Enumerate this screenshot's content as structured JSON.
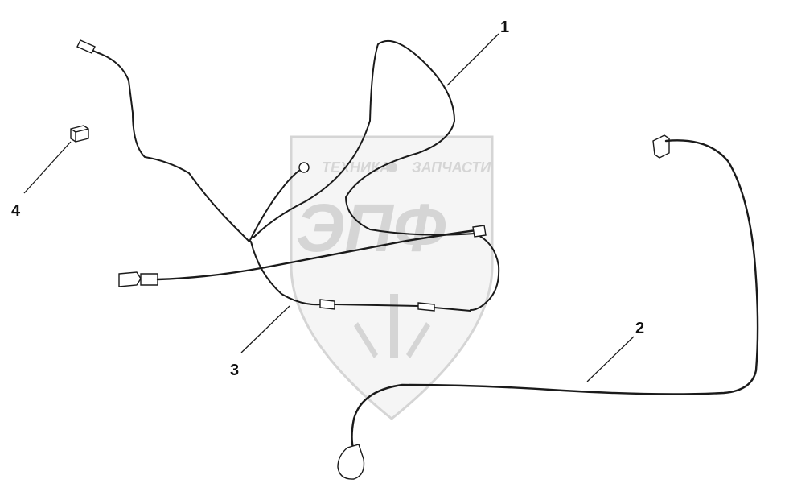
{
  "watermark": {
    "top_line_left": "ТЕХНИКА",
    "top_line_right": "ЗАПЧАСТИ",
    "logo": "ЭПФ"
  },
  "callouts": [
    {
      "id": "callout-1",
      "label": "1"
    },
    {
      "id": "callout-2",
      "label": "2"
    },
    {
      "id": "callout-3",
      "label": "3"
    },
    {
      "id": "callout-4",
      "label": "4"
    }
  ],
  "colors": {
    "line": "#1a1a1a",
    "background": "#ffffff"
  }
}
